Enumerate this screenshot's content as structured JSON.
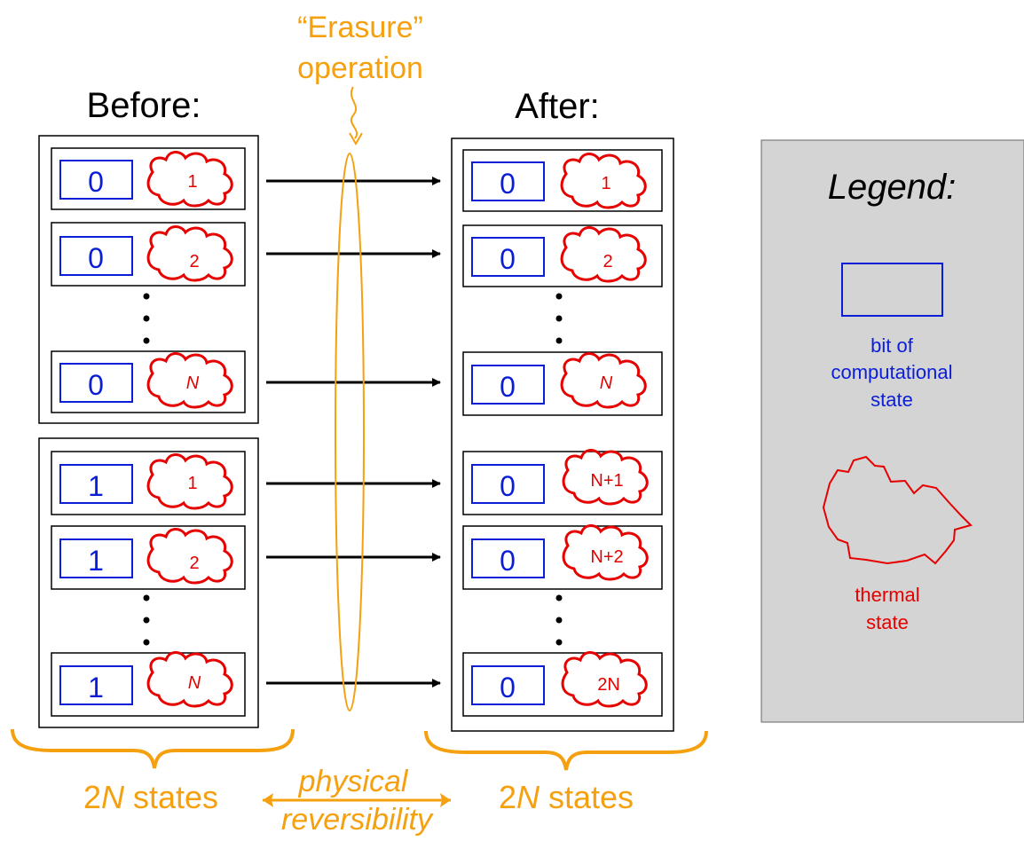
{
  "erasure_label": {
    "line1": "“Erasure”",
    "line2": "operation"
  },
  "before_title": "Before:",
  "after_title": "After:",
  "legend": {
    "title": "Legend:",
    "bit_label": [
      "bit of",
      "computational",
      "state"
    ],
    "thermal_label": [
      "thermal",
      "state"
    ]
  },
  "bottom": {
    "left_prefix": "2",
    "left_var": "N",
    "left_suffix": " states",
    "right_prefix": "2",
    "right_var": "N",
    "right_suffix": " states",
    "reversibility_line1": "physical",
    "reversibility_line2": "reversibility"
  },
  "colors": {
    "orange": "#f5a00f",
    "blue": "#0a1ed8",
    "red": "#e60000",
    "legend_bg": "#d4d4d4"
  },
  "before_rows": [
    {
      "bit": "0",
      "thermal": "1"
    },
    {
      "bit": "0",
      "thermal": "2"
    },
    {
      "bit": "0",
      "thermal": "N"
    },
    {
      "bit": "1",
      "thermal": "1"
    },
    {
      "bit": "1",
      "thermal": "2"
    },
    {
      "bit": "1",
      "thermal": "N"
    }
  ],
  "after_rows": [
    {
      "bit": "0",
      "thermal": "1"
    },
    {
      "bit": "0",
      "thermal": "2"
    },
    {
      "bit": "0",
      "thermal": "N"
    },
    {
      "bit": "0",
      "thermal": "N+1"
    },
    {
      "bit": "0",
      "thermal": "N+2"
    },
    {
      "bit": "0",
      "thermal": "2N"
    }
  ]
}
